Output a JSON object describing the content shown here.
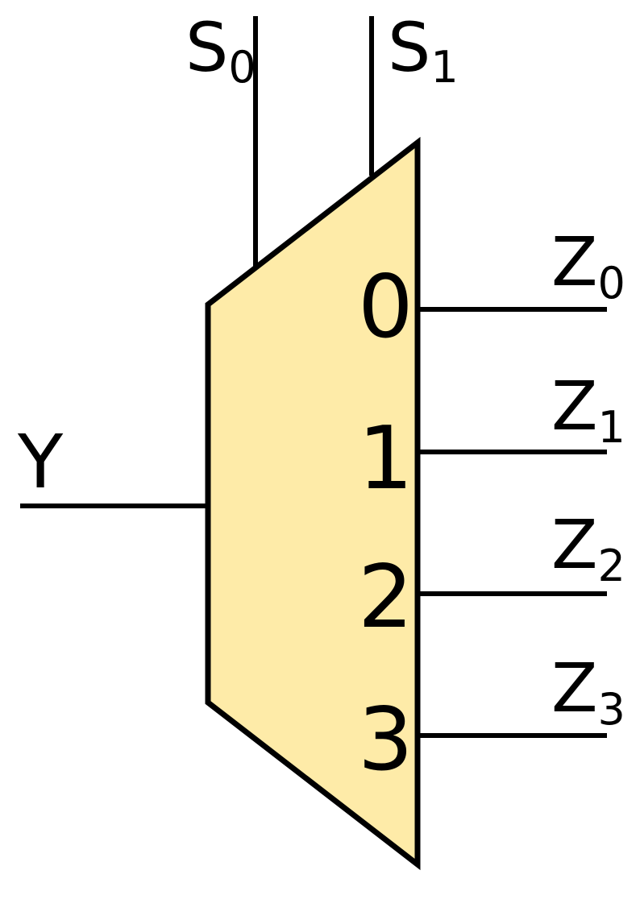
{
  "colors": {
    "body_fill": "#FEEBA8",
    "stroke": "#000000",
    "background": "#FFFFFF"
  },
  "diagram": {
    "selects": [
      {
        "main": "S",
        "sub": "0"
      },
      {
        "main": "S",
        "sub": "1"
      }
    ],
    "input": "Y",
    "ports": [
      "0",
      "1",
      "2",
      "3"
    ],
    "outputs": [
      {
        "main": "Z",
        "sub": "0"
      },
      {
        "main": "Z",
        "sub": "1"
      },
      {
        "main": "Z",
        "sub": "2"
      },
      {
        "main": "Z",
        "sub": "3"
      }
    ]
  }
}
